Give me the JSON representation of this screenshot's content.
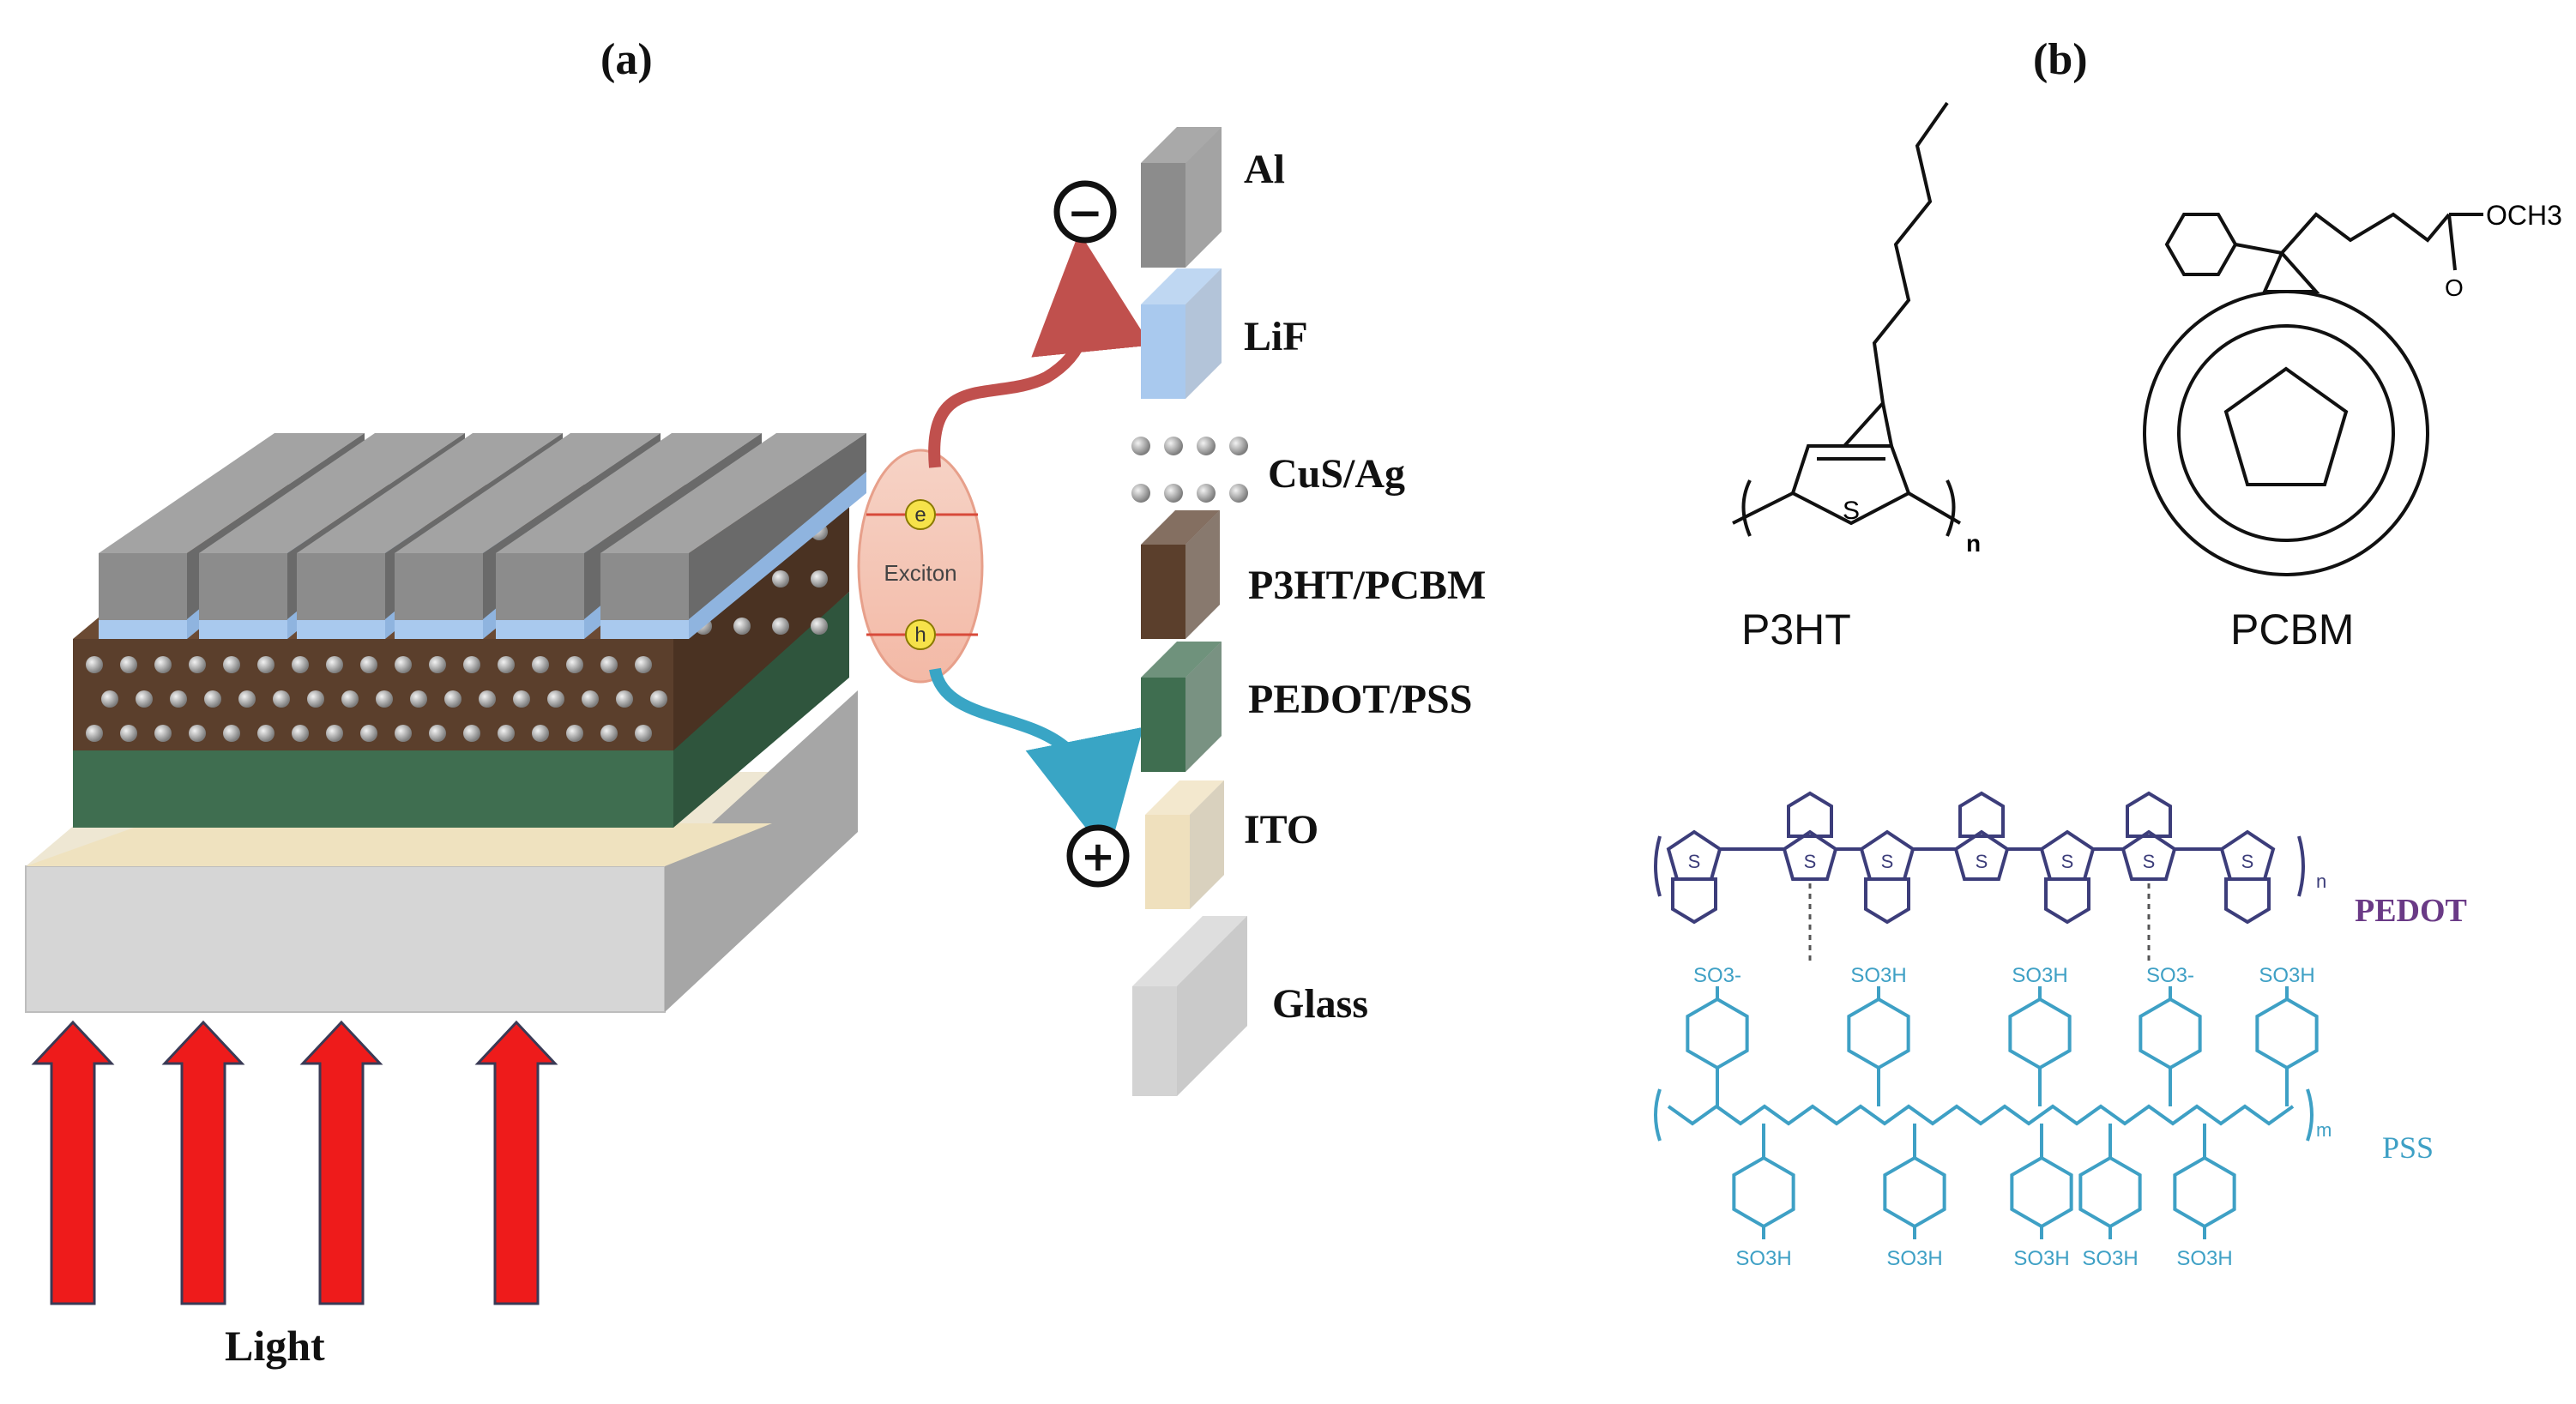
{
  "panels": {
    "a": "(a)",
    "b": "(b)"
  },
  "device": {
    "light_label": "Light",
    "exciton_label": "Exciton",
    "electron_symbol": "e",
    "hole_symbol": "h",
    "minus_symbol": "−",
    "plus_symbol": "+"
  },
  "layers": [
    {
      "name": "Al",
      "color": "#8c8c8c"
    },
    {
      "name": "LiF",
      "color": "#a9c9ee"
    },
    {
      "name": "CuS/Ag",
      "color": "#9a9a9a"
    },
    {
      "name": "P3HT/PCBM",
      "color": "#5b3f2c"
    },
    {
      "name": "PEDOT/PSS",
      "color": "#3f6e50"
    },
    {
      "name": "ITO",
      "color": "#efe0bd"
    },
    {
      "name": "Glass",
      "color": "#d3d3d3"
    }
  ],
  "molecules": {
    "p3ht": {
      "name": "P3HT",
      "sulfur": "S",
      "repeat": "n"
    },
    "pcbm": {
      "name": "PCBM",
      "ester": "OCH3",
      "carbonyl": "O"
    },
    "pedot": {
      "name": "PEDOT",
      "repeat": "n",
      "color": "#6a3a86",
      "line_color": "#3c3d7a"
    },
    "pss": {
      "name": "PSS",
      "repeat": "m",
      "acid": "SO3H",
      "anion": "SO3-",
      "color": "#3ea0c5"
    }
  }
}
